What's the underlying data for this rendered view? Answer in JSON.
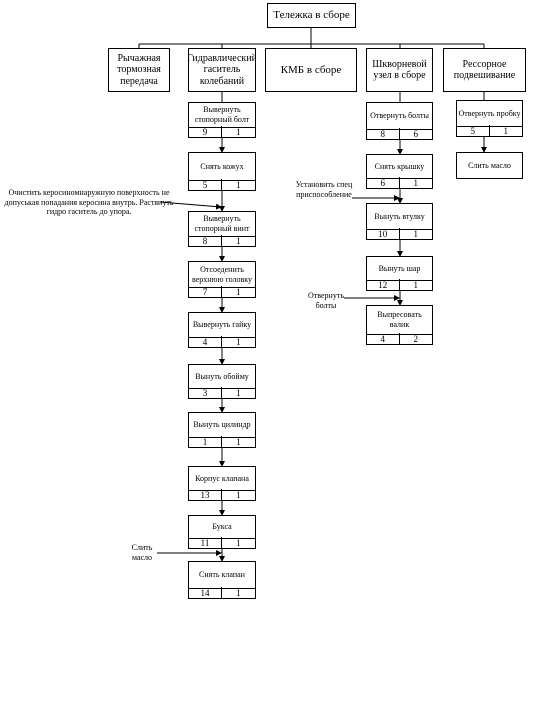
{
  "root": "Тележка в сборе",
  "categories": {
    "lever": "Рычажная тормозная передача",
    "hydraulic": "Гидравлический гаситель колебаний",
    "kmb": "КМБ в сборе",
    "pivot": "Шкворневой узел в сборе",
    "spring": "Рессорное подвешивание"
  },
  "hydraulic_ops": [
    {
      "label": "Вывернуть стопорный болт",
      "a": "9",
      "b": "1"
    },
    {
      "label": "Снять кожух",
      "a": "5",
      "b": "1"
    },
    {
      "label": "Вывернуть стопорный винт",
      "a": "8",
      "b": "1"
    },
    {
      "label": "Отсоеденить верхнюю головку",
      "a": "7",
      "b": "1"
    },
    {
      "label": "Вывернуть гайку",
      "a": "4",
      "b": "1"
    },
    {
      "label": "Вынуть обойму",
      "a": "3",
      "b": "1"
    },
    {
      "label": "Вынуть цилиндр",
      "a": "1",
      "b": "1"
    },
    {
      "label": "Корпус клапана",
      "a": "13",
      "b": "1"
    },
    {
      "label": "Букса",
      "a": "11",
      "b": "1"
    },
    {
      "label": "Снять клапан",
      "a": "14",
      "b": "1"
    }
  ],
  "pivot_ops": [
    {
      "label": "Отвернуть болты",
      "a": "8",
      "b": "6"
    },
    {
      "label": "Снять крышку",
      "a": "6",
      "b": "1"
    },
    {
      "label": "Вынуть втулку",
      "a": "10",
      "b": "1"
    },
    {
      "label": "Вынуть шар",
      "a": "12",
      "b": "1"
    },
    {
      "label": "Выпресовать валик",
      "a": "4",
      "b": "2"
    }
  ],
  "spring_ops": [
    {
      "label": "Отвернуть пробку",
      "a": "5",
      "b": "1"
    }
  ],
  "spring_final": "Слить масло",
  "notes": {
    "kerosene": "Очистить керосиномнаружную поверхность не допуськая попадания керосина внутрь. Растянуть гидро гаситель до упора.",
    "drain": "Слить масло",
    "fixture": "Установить спец приспособление",
    "bolts": "Отвернуть болты"
  }
}
